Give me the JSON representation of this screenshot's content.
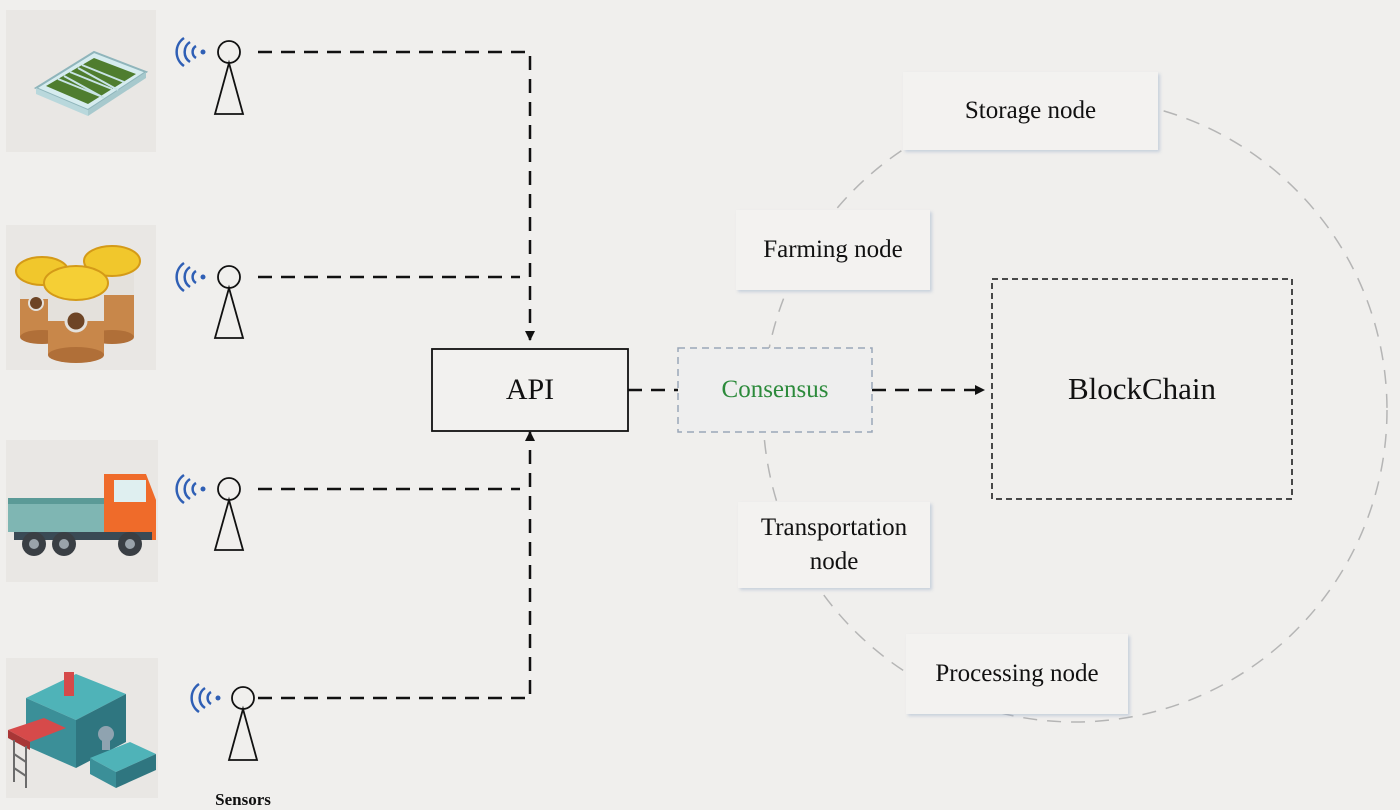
{
  "diagram": {
    "api_label": "API",
    "consensus_label": "Consensus",
    "blockchain_label": "BlockChain",
    "sensors_label": "Sensors",
    "nodes": {
      "storage": "Storage node",
      "farming": "Farming node",
      "transportation": "Transportation\nnode",
      "processing": "Processing node"
    }
  },
  "colors": {
    "background": "#f0efed",
    "consensus_text": "#2c8a3b",
    "wifi_signal": "#2f5fb5",
    "dashed_line": "#111111",
    "ring": "#b5b5b5"
  }
}
